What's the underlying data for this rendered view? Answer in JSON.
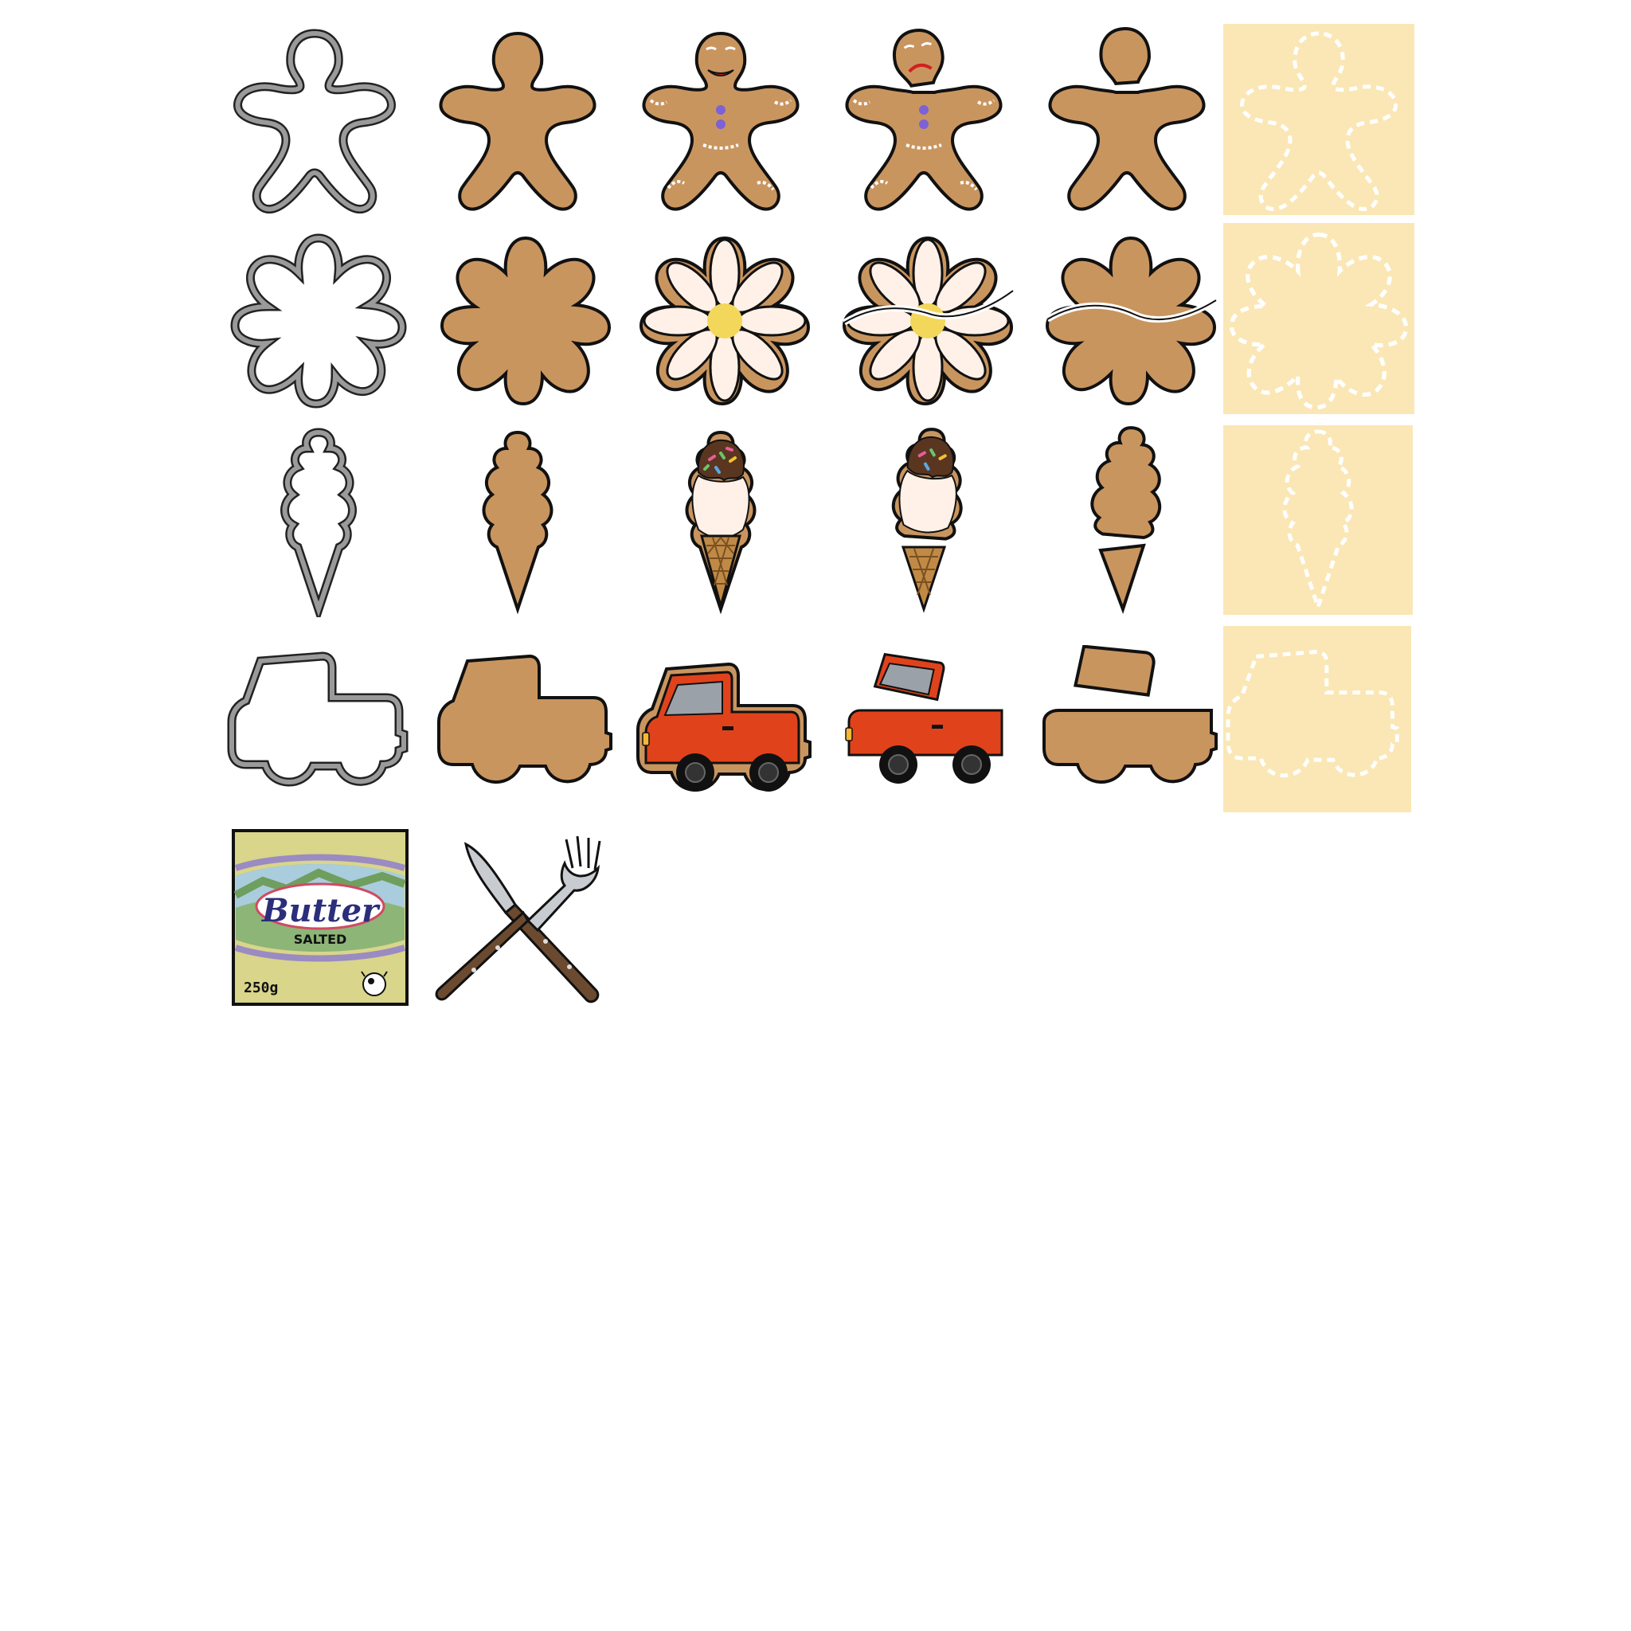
{
  "sheet": {
    "rows": [
      {
        "shape": "gingerbread-man",
        "stages": [
          "cutter",
          "plain",
          "decorated",
          "broken-decorated",
          "broken-plain",
          "dough-outline"
        ]
      },
      {
        "shape": "flower",
        "stages": [
          "cutter",
          "plain",
          "decorated",
          "broken-decorated",
          "broken-plain",
          "dough-outline"
        ]
      },
      {
        "shape": "ice-cream-cone",
        "stages": [
          "cutter",
          "plain",
          "decorated",
          "broken-decorated",
          "broken-plain",
          "dough-outline"
        ]
      },
      {
        "shape": "pickup-truck",
        "stages": [
          "cutter",
          "plain",
          "decorated",
          "broken-decorated",
          "broken-plain",
          "dough-outline"
        ]
      }
    ],
    "extras": [
      "butter-pack-icon",
      "knife-fork-icon"
    ]
  },
  "butter": {
    "brand": "Butter",
    "variant": "SALTED",
    "weight": "250g"
  },
  "colors": {
    "cookie": "#C9955F",
    "cookie_outline": "#111111",
    "cutter_metal": "#8a8a8a",
    "dough": "#FBE7B5",
    "icing": "#FFFFFF",
    "flower_petal": "#FFF1E8",
    "flower_center": "#F3D75A",
    "truck_red": "#E0431B",
    "truck_window": "#9BA1A8",
    "cone": "#C08A46",
    "chocolate": "#5A3621",
    "butter_pack": "#D9D58A",
    "butter_label_green": "#8DB577",
    "butter_label_blue": "#A9CDDC",
    "butter_brand": "#2B2E7A",
    "utensil_handle": "#6B4A2F",
    "utensil_metal": "#C8CCD0"
  }
}
